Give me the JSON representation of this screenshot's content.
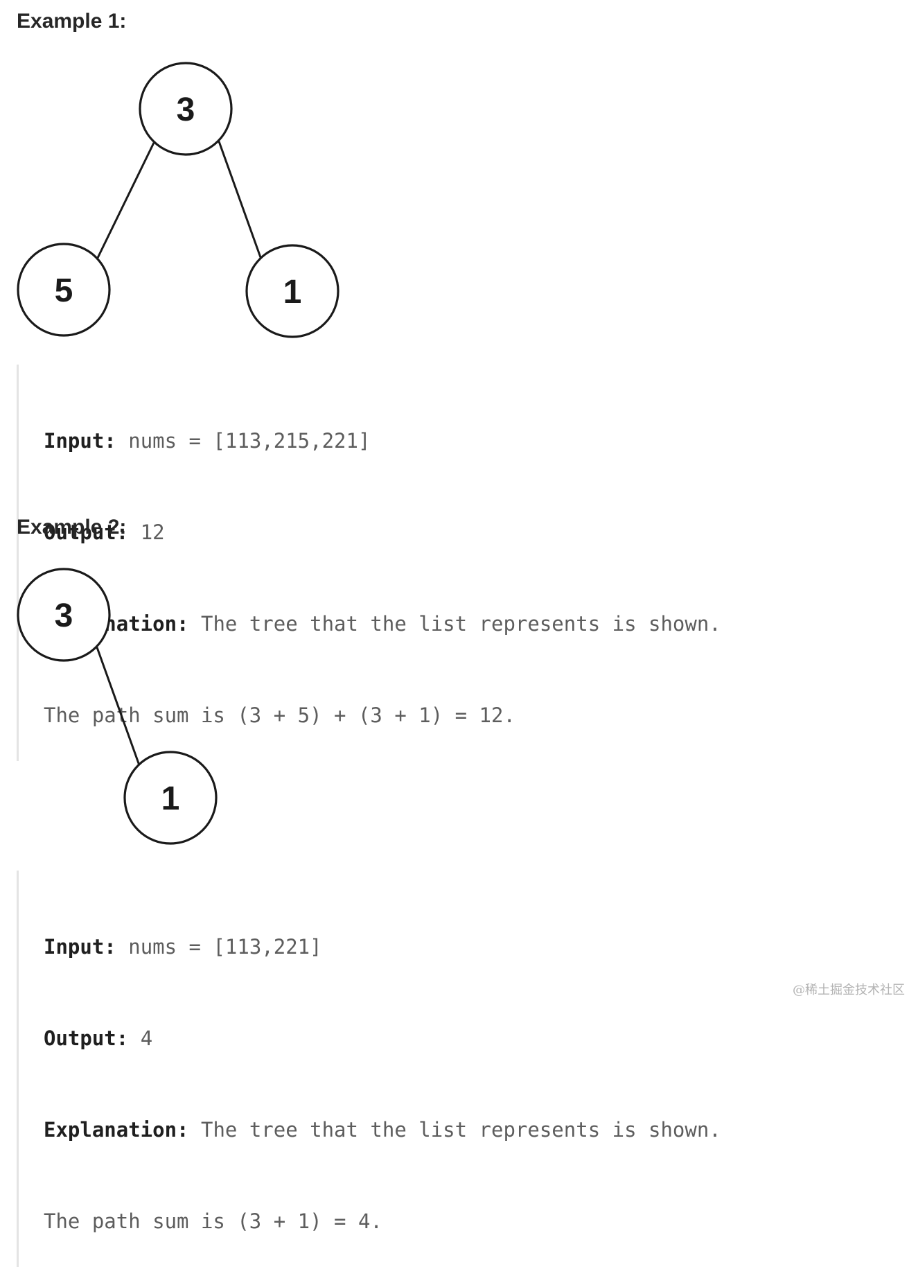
{
  "examples": [
    {
      "heading": "Example 1:",
      "tree": {
        "nodes": [
          {
            "id": "root",
            "value": "3"
          },
          {
            "id": "left",
            "value": "5"
          },
          {
            "id": "right",
            "value": "1"
          }
        ],
        "edges": [
          {
            "from": "root",
            "to": "left"
          },
          {
            "from": "root",
            "to": "right"
          }
        ]
      },
      "input_label": "Input:",
      "input_value": "nums = [113,215,221]",
      "output_label": "Output:",
      "output_value": "12",
      "explanation_label": "Explanation:",
      "explanation_line1": "The tree that the list represents is shown.",
      "explanation_line2": "The path sum is (3 + 5) + (3 + 1) = 12."
    },
    {
      "heading": "Example 2:",
      "tree": {
        "nodes": [
          {
            "id": "root",
            "value": "3"
          },
          {
            "id": "right",
            "value": "1"
          }
        ],
        "edges": [
          {
            "from": "root",
            "to": "right"
          }
        ]
      },
      "input_label": "Input:",
      "input_value": "nums = [113,221]",
      "output_label": "Output:",
      "output_value": "4",
      "explanation_label": "Explanation:",
      "explanation_line1": "The tree that the list represents is shown.",
      "explanation_line2": "The path sum is (3 + 1) = 4."
    }
  ],
  "watermark": "@稀土掘金技术社区"
}
